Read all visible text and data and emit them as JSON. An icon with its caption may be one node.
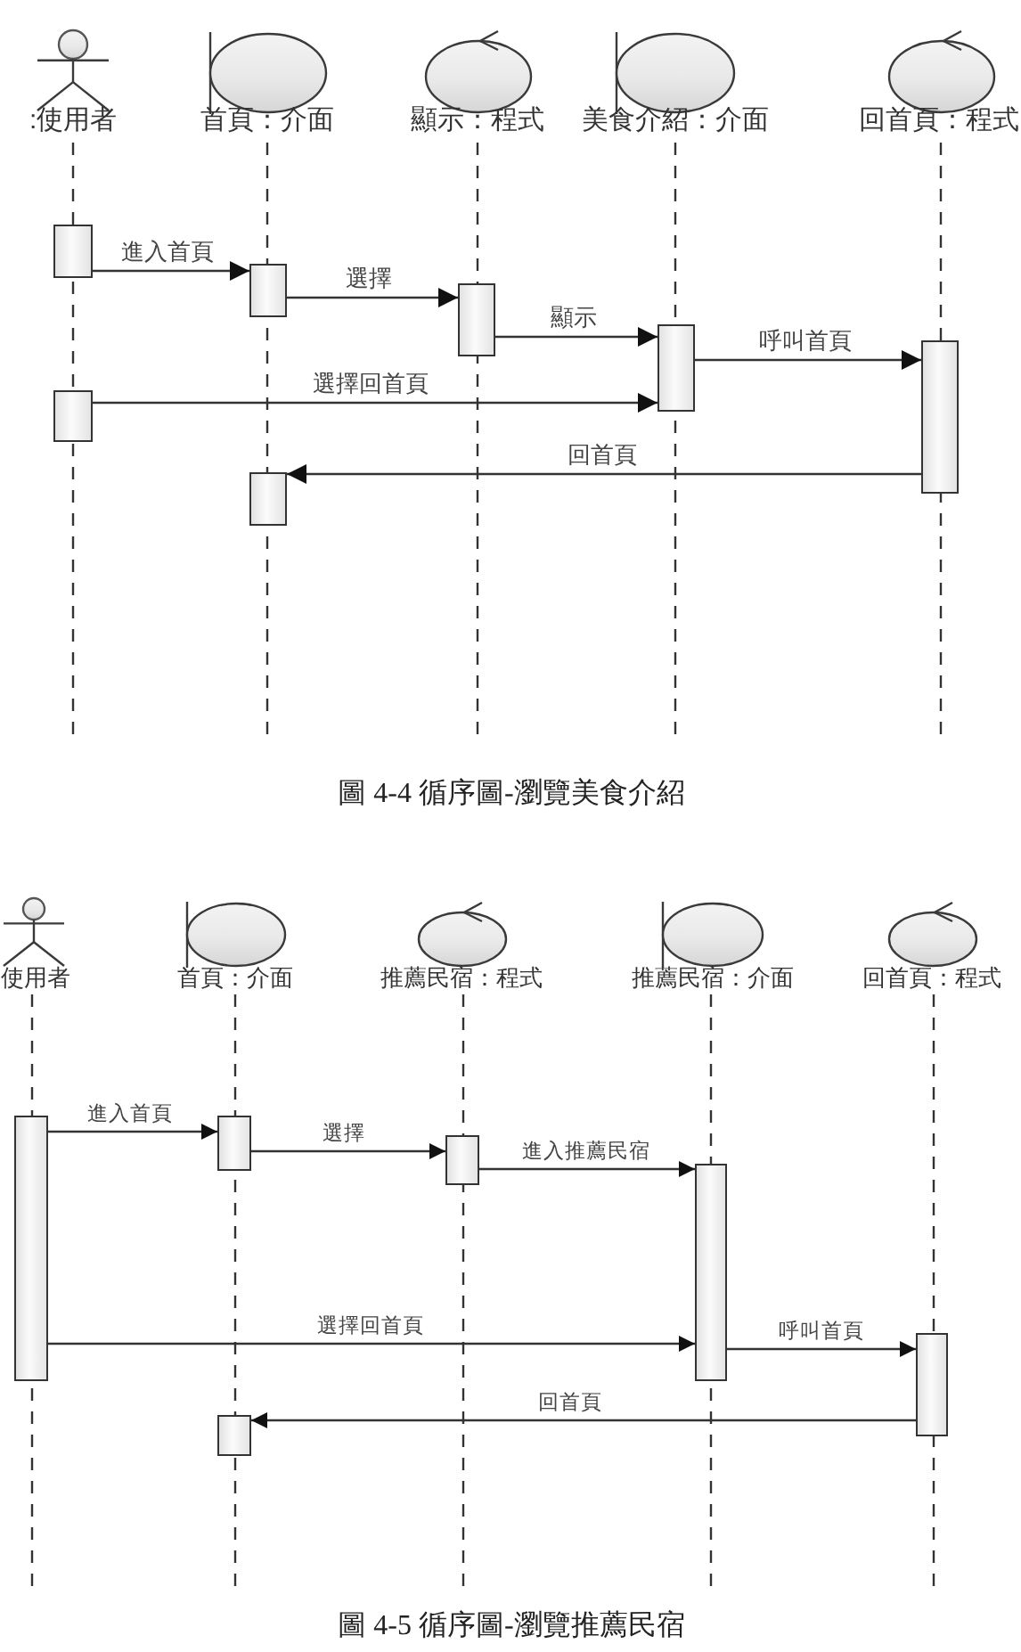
{
  "diagram": {
    "nodes": [
      {
        "text": [
          ":使用者"
        ]
      },
      {
        "text": [
          "首頁：介面"
        ]
      },
      {
        "text": [
          "顯示：程式"
        ]
      },
      {
        "text": [
          "美食介紹：介面"
        ]
      },
      {
        "text": [
          "回首頁：程式"
        ]
      },
      {
        "text": [],
        "shape": "bar"
      },
      {
        "text": [],
        "shape": "bar"
      },
      {
        "text": [],
        "shape": "bar"
      },
      {
        "text": [],
        "shape": "bar"
      },
      {
        "text": [],
        "shape": "bar"
      },
      {
        "text": [],
        "shape": "bar"
      },
      {
        "text": [],
        "shape": "bar"
      },
      {
        "text": [
          "使用者"
        ]
      },
      {
        "text": [
          "首頁：介面"
        ]
      },
      {
        "text": [
          "推薦民宿：程式"
        ]
      },
      {
        "text": [
          "推薦民宿：介面"
        ]
      },
      {
        "text": [
          "回首頁：程式"
        ]
      },
      {
        "text": [],
        "shape": "bar"
      },
      {
        "text": [],
        "shape": "bar"
      },
      {
        "text": [],
        "shape": "bar"
      },
      {
        "text": [],
        "shape": "bar"
      },
      {
        "text": [],
        "shape": "bar"
      },
      {
        "text": [],
        "shape": "bar"
      }
    ],
    "edges": [
      {
        "from": 5,
        "to": 6,
        "arrow": "to",
        "label": "進入首頁"
      },
      {
        "from": 6,
        "to": 7,
        "arrow": "to",
        "label": "選擇"
      },
      {
        "from": 7,
        "to": 8,
        "arrow": "to",
        "label": "顯示"
      },
      {
        "from": 8,
        "to": 9,
        "arrow": "to",
        "label": "呼叫首頁"
      },
      {
        "from": 10,
        "to": 8,
        "arrow": "to",
        "label": "選擇回首頁"
      },
      {
        "from": 9,
        "to": 11,
        "arrow": "to",
        "label": "回首頁"
      },
      {
        "from": 17,
        "to": 18,
        "arrow": "to",
        "label": "進入首頁"
      },
      {
        "from": 18,
        "to": 19,
        "arrow": "to",
        "label": "選擇"
      },
      {
        "from": 19,
        "to": 20,
        "arrow": "to",
        "label": "進入推薦民宿"
      },
      {
        "from": 17,
        "to": 20,
        "arrow": "to",
        "label": "選擇回首頁"
      },
      {
        "from": 20,
        "to": 21,
        "arrow": "to",
        "label": "呼叫首頁"
      },
      {
        "from": 21,
        "to": 22,
        "arrow": "to",
        "label": "回首頁"
      }
    ],
    "labels": [
      "圖 4-4 循序圖-瀏覽美食介紹",
      "圖 4-5 循序圖-瀏覽推薦民宿"
    ]
  }
}
